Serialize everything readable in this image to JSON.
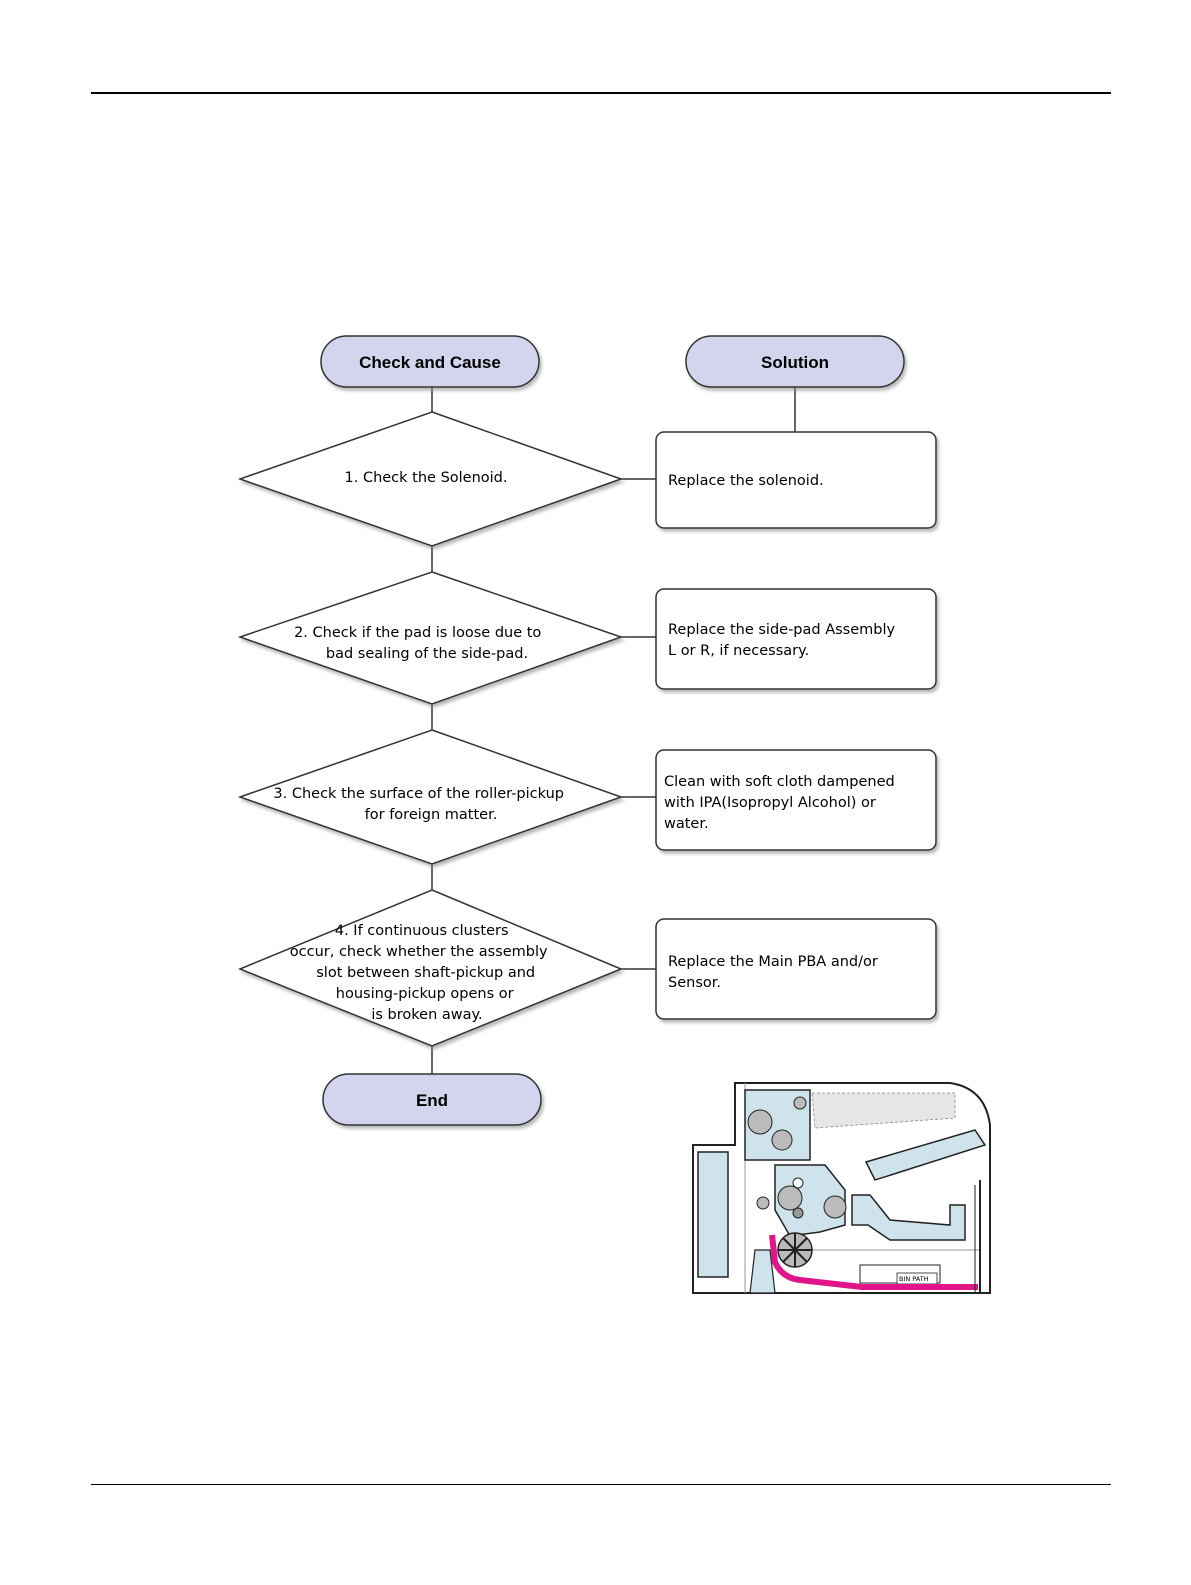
{
  "flowchart": {
    "header_left": "Check and Cause",
    "header_right": "Solution",
    "end_label": "End",
    "colors": {
      "terminal_fill": "#d3d5ee",
      "line": "#333333",
      "shadow": "#9a9a9a"
    },
    "steps": [
      {
        "check": [
          "1. Check the Solenoid."
        ],
        "solution": [
          "Replace the solenoid."
        ]
      },
      {
        "check": [
          "2. Check if the pad is loose due to",
          "bad sealing of the side-pad."
        ],
        "solution": [
          "Replace the side-pad Assembly",
          "L or R, if necessary."
        ]
      },
      {
        "check": [
          "3. Check the surface of the roller-pickup",
          "for foreign matter."
        ],
        "solution": [
          "Clean with soft cloth dampened",
          "with IPA(Isopropyl Alcohol) or",
          "water."
        ]
      },
      {
        "check": [
          "4. If continuous clusters",
          "occur, check whether the assembly",
          "slot between shaft-pickup and",
          "housing-pickup opens or",
          "is broken away."
        ],
        "solution": [
          "Replace the Main PBA and/or",
          "Sensor."
        ]
      }
    ]
  },
  "illustration": {
    "path_label": "BIN PATH",
    "colors": {
      "part_fill": "#cfe3ec",
      "path": "#e0158a",
      "outline": "#222222"
    }
  }
}
